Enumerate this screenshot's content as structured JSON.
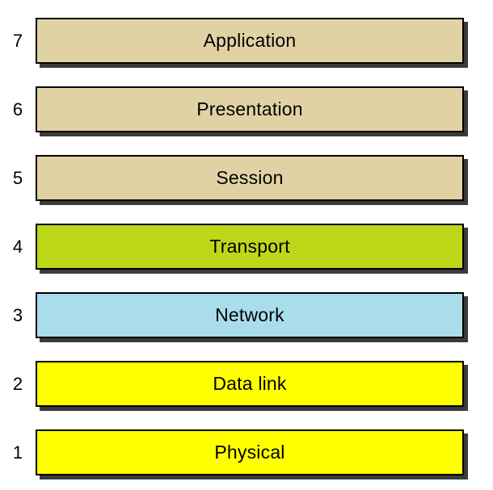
{
  "diagram": {
    "kind": "osi-layer-stack",
    "layers": [
      {
        "number": "7",
        "label": "Application",
        "fill": "#e0d2a3"
      },
      {
        "number": "6",
        "label": "Presentation",
        "fill": "#e0d2a3"
      },
      {
        "number": "5",
        "label": "Session",
        "fill": "#e0d2a3"
      },
      {
        "number": "4",
        "label": "Transport",
        "fill": "#bdd818"
      },
      {
        "number": "3",
        "label": "Network",
        "fill": "#a9ddec"
      },
      {
        "number": "2",
        "label": "Data link",
        "fill": "#ffff00"
      },
      {
        "number": "1",
        "label": "Physical",
        "fill": "#ffff00"
      }
    ],
    "style": {
      "border_color": "#000000",
      "shadow_color": "#3b3b3b",
      "background": "#ffffff",
      "text_color": "#000000"
    }
  }
}
